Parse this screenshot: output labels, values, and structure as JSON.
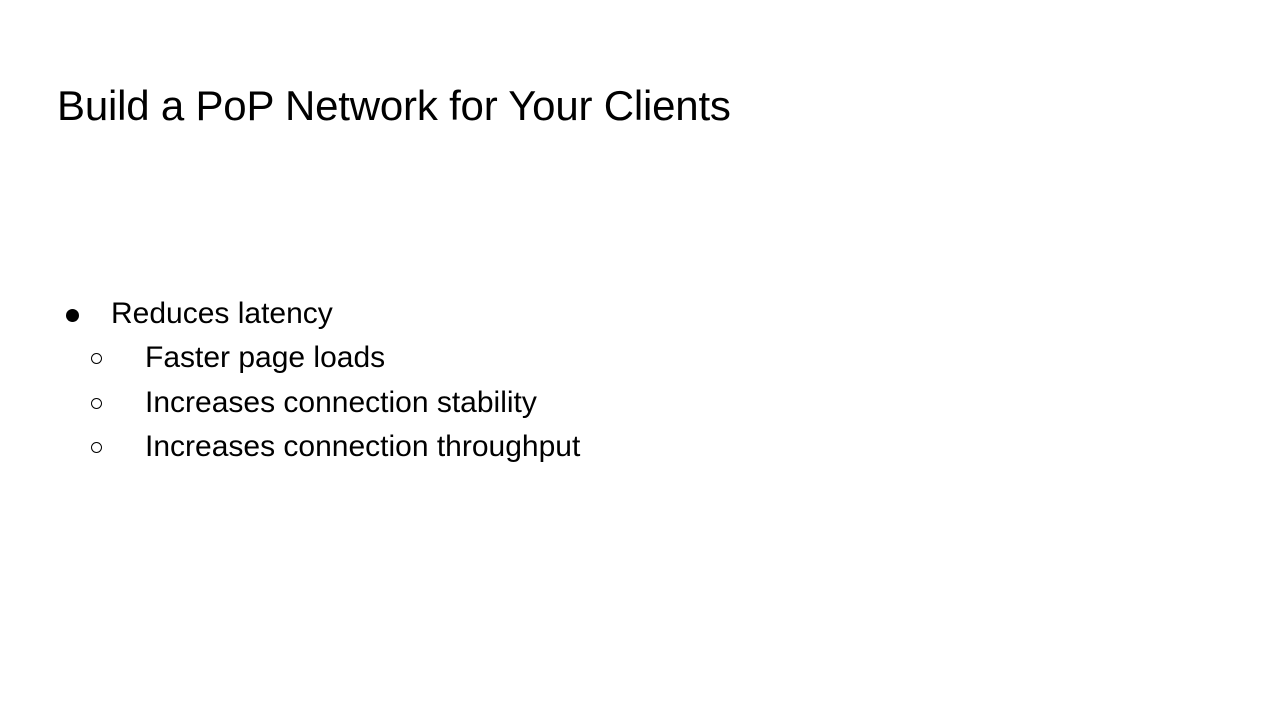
{
  "slide": {
    "title": "Build a PoP Network for Your Clients",
    "bullets": [
      {
        "level": 0,
        "icon": "filled-circle-bullet",
        "text": "Reduces latency",
        "children": [
          {
            "level": 1,
            "icon": "hollow-circle-bullet",
            "text": "Faster page loads"
          },
          {
            "level": 1,
            "icon": "hollow-circle-bullet",
            "text": "Increases connection stability"
          },
          {
            "level": 1,
            "icon": "hollow-circle-bullet",
            "text": "Increases connection throughput"
          }
        ]
      }
    ]
  },
  "colors": {
    "background": "#ffffff",
    "text": "#000000"
  }
}
